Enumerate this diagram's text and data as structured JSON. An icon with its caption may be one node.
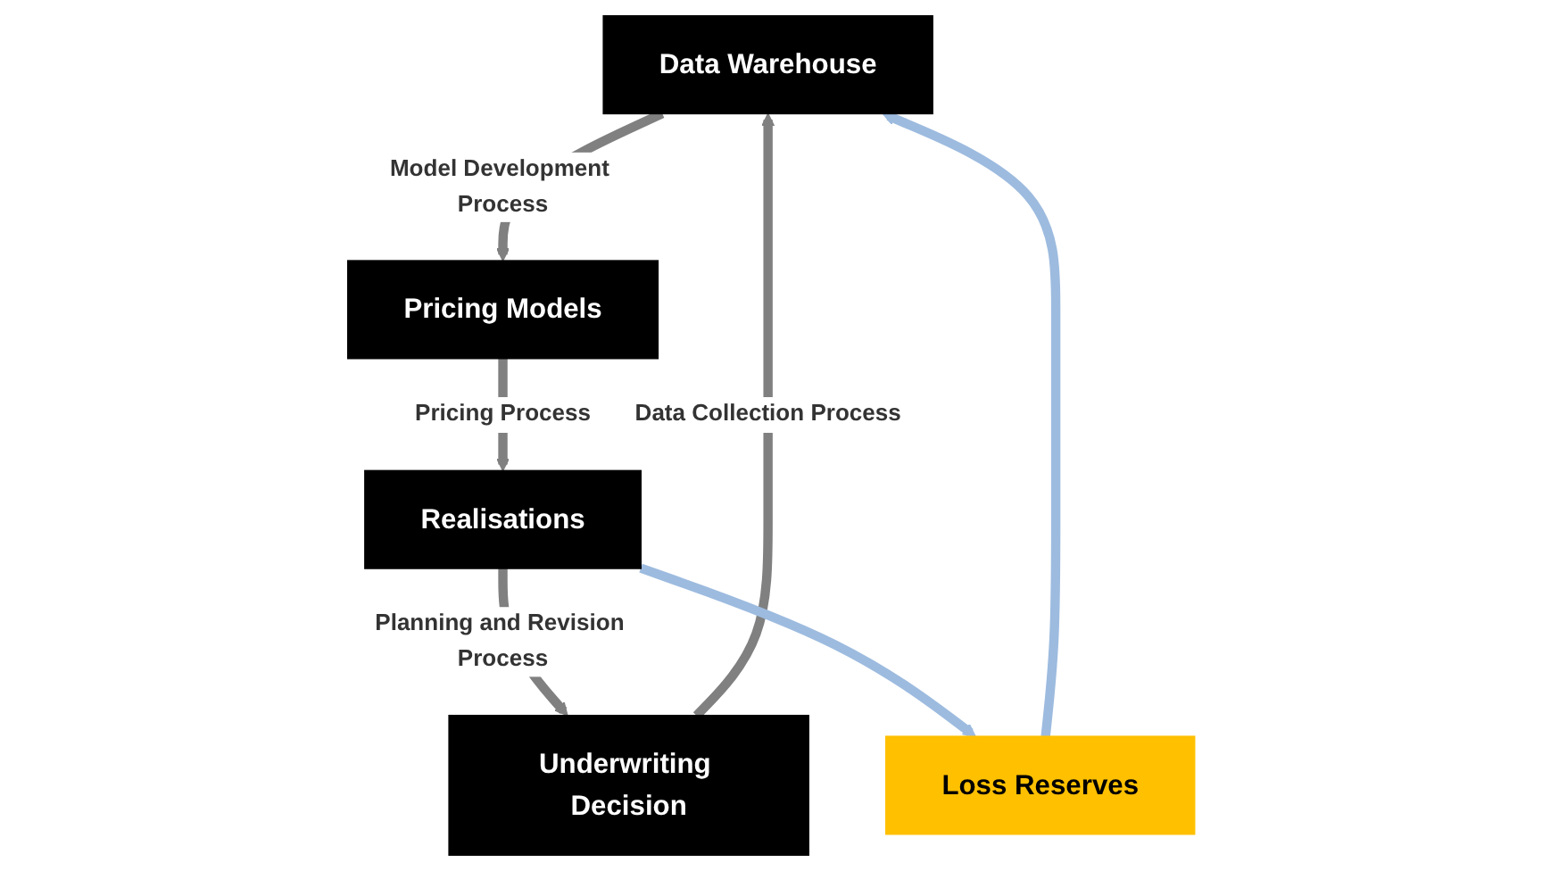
{
  "diagram": {
    "nodes": [
      {
        "text": [
          "Data Warehouse"
        ]
      },
      {
        "text": [
          "Pricing Models"
        ]
      },
      {
        "text": [
          "Realisations"
        ]
      },
      {
        "text": [
          "Underwriting Decision"
        ]
      },
      {
        "text": [
          "Loss Reserves"
        ]
      }
    ],
    "edges": [
      {
        "from": 0,
        "to": 1,
        "arrow": "to",
        "label": "Model Development Process"
      },
      {
        "from": 1,
        "to": 2,
        "arrow": "to",
        "label": "Pricing Process"
      },
      {
        "from": 2,
        "to": 3,
        "arrow": "to",
        "label": "Planning and Revision Process"
      },
      {
        "from": 3,
        "to": 0,
        "arrow": "to",
        "label": "Data Collection Process"
      },
      {
        "from": 2,
        "to": 4,
        "arrow": "to",
        "color": "#9dbbdf"
      },
      {
        "from": 4,
        "to": 0,
        "arrow": "to",
        "color": "#9dbbdf"
      }
    ]
  }
}
